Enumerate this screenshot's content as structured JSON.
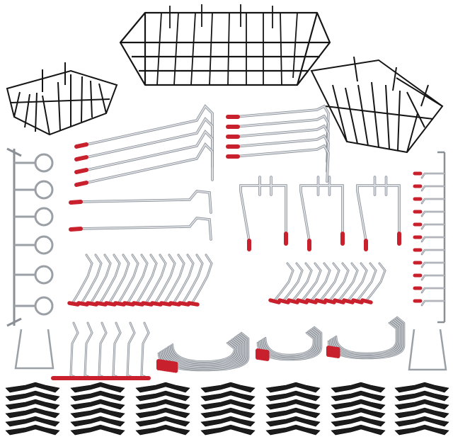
{
  "image": {
    "background": "#ffffff",
    "colors": {
      "wire_black": "#151515",
      "steel_light": "#d9dde2",
      "steel_dark": "#8b9096",
      "cap_red": "#c8202c",
      "clip_black": "#1c1c1c"
    },
    "groups": {
      "large_baskets": 3,
      "tool_holder_racks": 2,
      "long_straight_hooks": 4,
      "double_arm_hooks": 2,
      "short_straight_hooks": 5,
      "u_hooks": 3,
      "curved_hooks_left_set": 14,
      "curved_hooks_right_set": 11,
      "l_hooks_row": 6,
      "j_hook_bundle_1": 10,
      "j_hook_bundle_2": 6,
      "j_hook_bundle_3": 6,
      "clip_stacks": 7,
      "clips_per_stack": 6
    }
  }
}
